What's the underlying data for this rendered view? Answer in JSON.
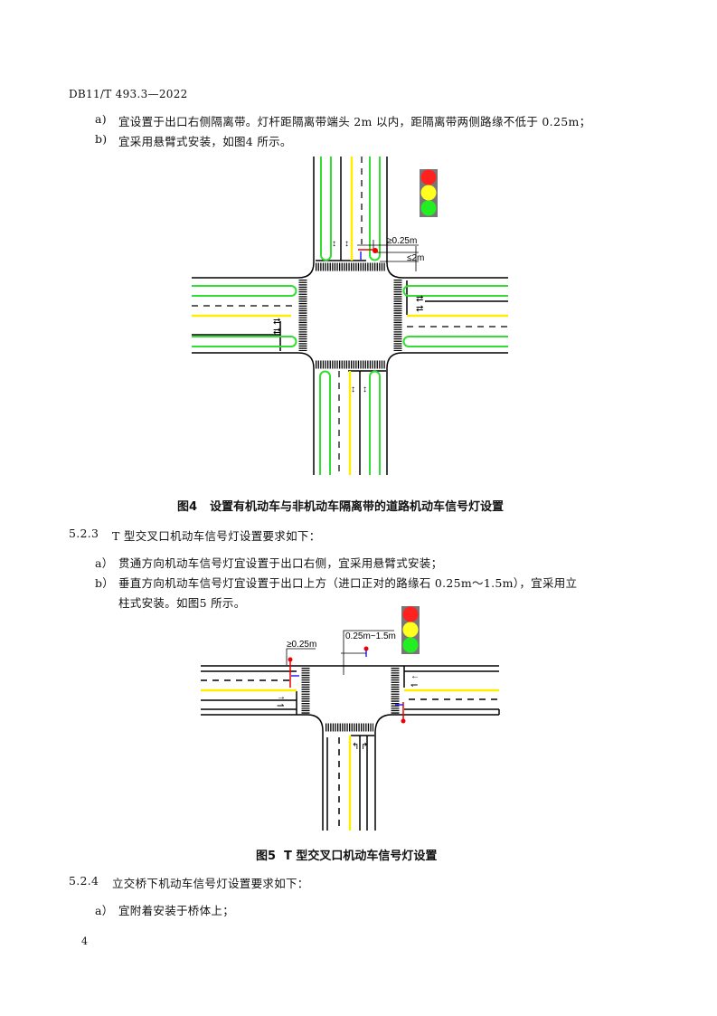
{
  "header": {
    "doc_id": "DB11/T 493.3—2022"
  },
  "section_522": {
    "items": [
      {
        "marker": "a)",
        "text": "宜设置于出口右侧隔离带。灯杆距隔离带端头 2m 以内，距隔离带两侧路缘不低于 0.25m；"
      },
      {
        "marker": "b)",
        "text": "宜采用悬臂式安装，如图4 所示。"
      }
    ]
  },
  "figure4": {
    "label": "图4",
    "caption": "设置有机动车与非机动车隔离带的道路机动车信号灯设置",
    "dim_offset": "≥0.25m",
    "dim_distance": "≤2m"
  },
  "section_523": {
    "number": "5.2.3",
    "title": "T 型交叉口机动车信号灯设置要求如下：",
    "items": [
      {
        "marker": "a）",
        "text": "贯通方向机动车信号灯宜设置于出口右侧，宜采用悬臂式安装；"
      },
      {
        "marker": "b）",
        "text": "垂直方向机动车信号灯宜设置于出口上方（进口正对的路缘石 0.25m～1.5m），宜采用立",
        "continuation": "柱式安装。如图5 所示。"
      }
    ]
  },
  "figure5": {
    "label": "图5",
    "caption": "T 型交叉口机动车信号灯设置",
    "dim_offset": "≥0.25m",
    "dim_range": "0.25m~1.5m"
  },
  "section_524": {
    "number": "5.2.4",
    "title": "立交桥下机动车信号灯设置要求如下：",
    "items": [
      {
        "marker": "a）",
        "text": "宜附着安装于桥体上；"
      }
    ]
  },
  "footer": {
    "page_number": "4"
  },
  "colors": {
    "green": "#33dd33",
    "yellow": "#ffff00",
    "red": "#ff2020",
    "signal_green": "#22ee22",
    "housing": "#777777"
  }
}
